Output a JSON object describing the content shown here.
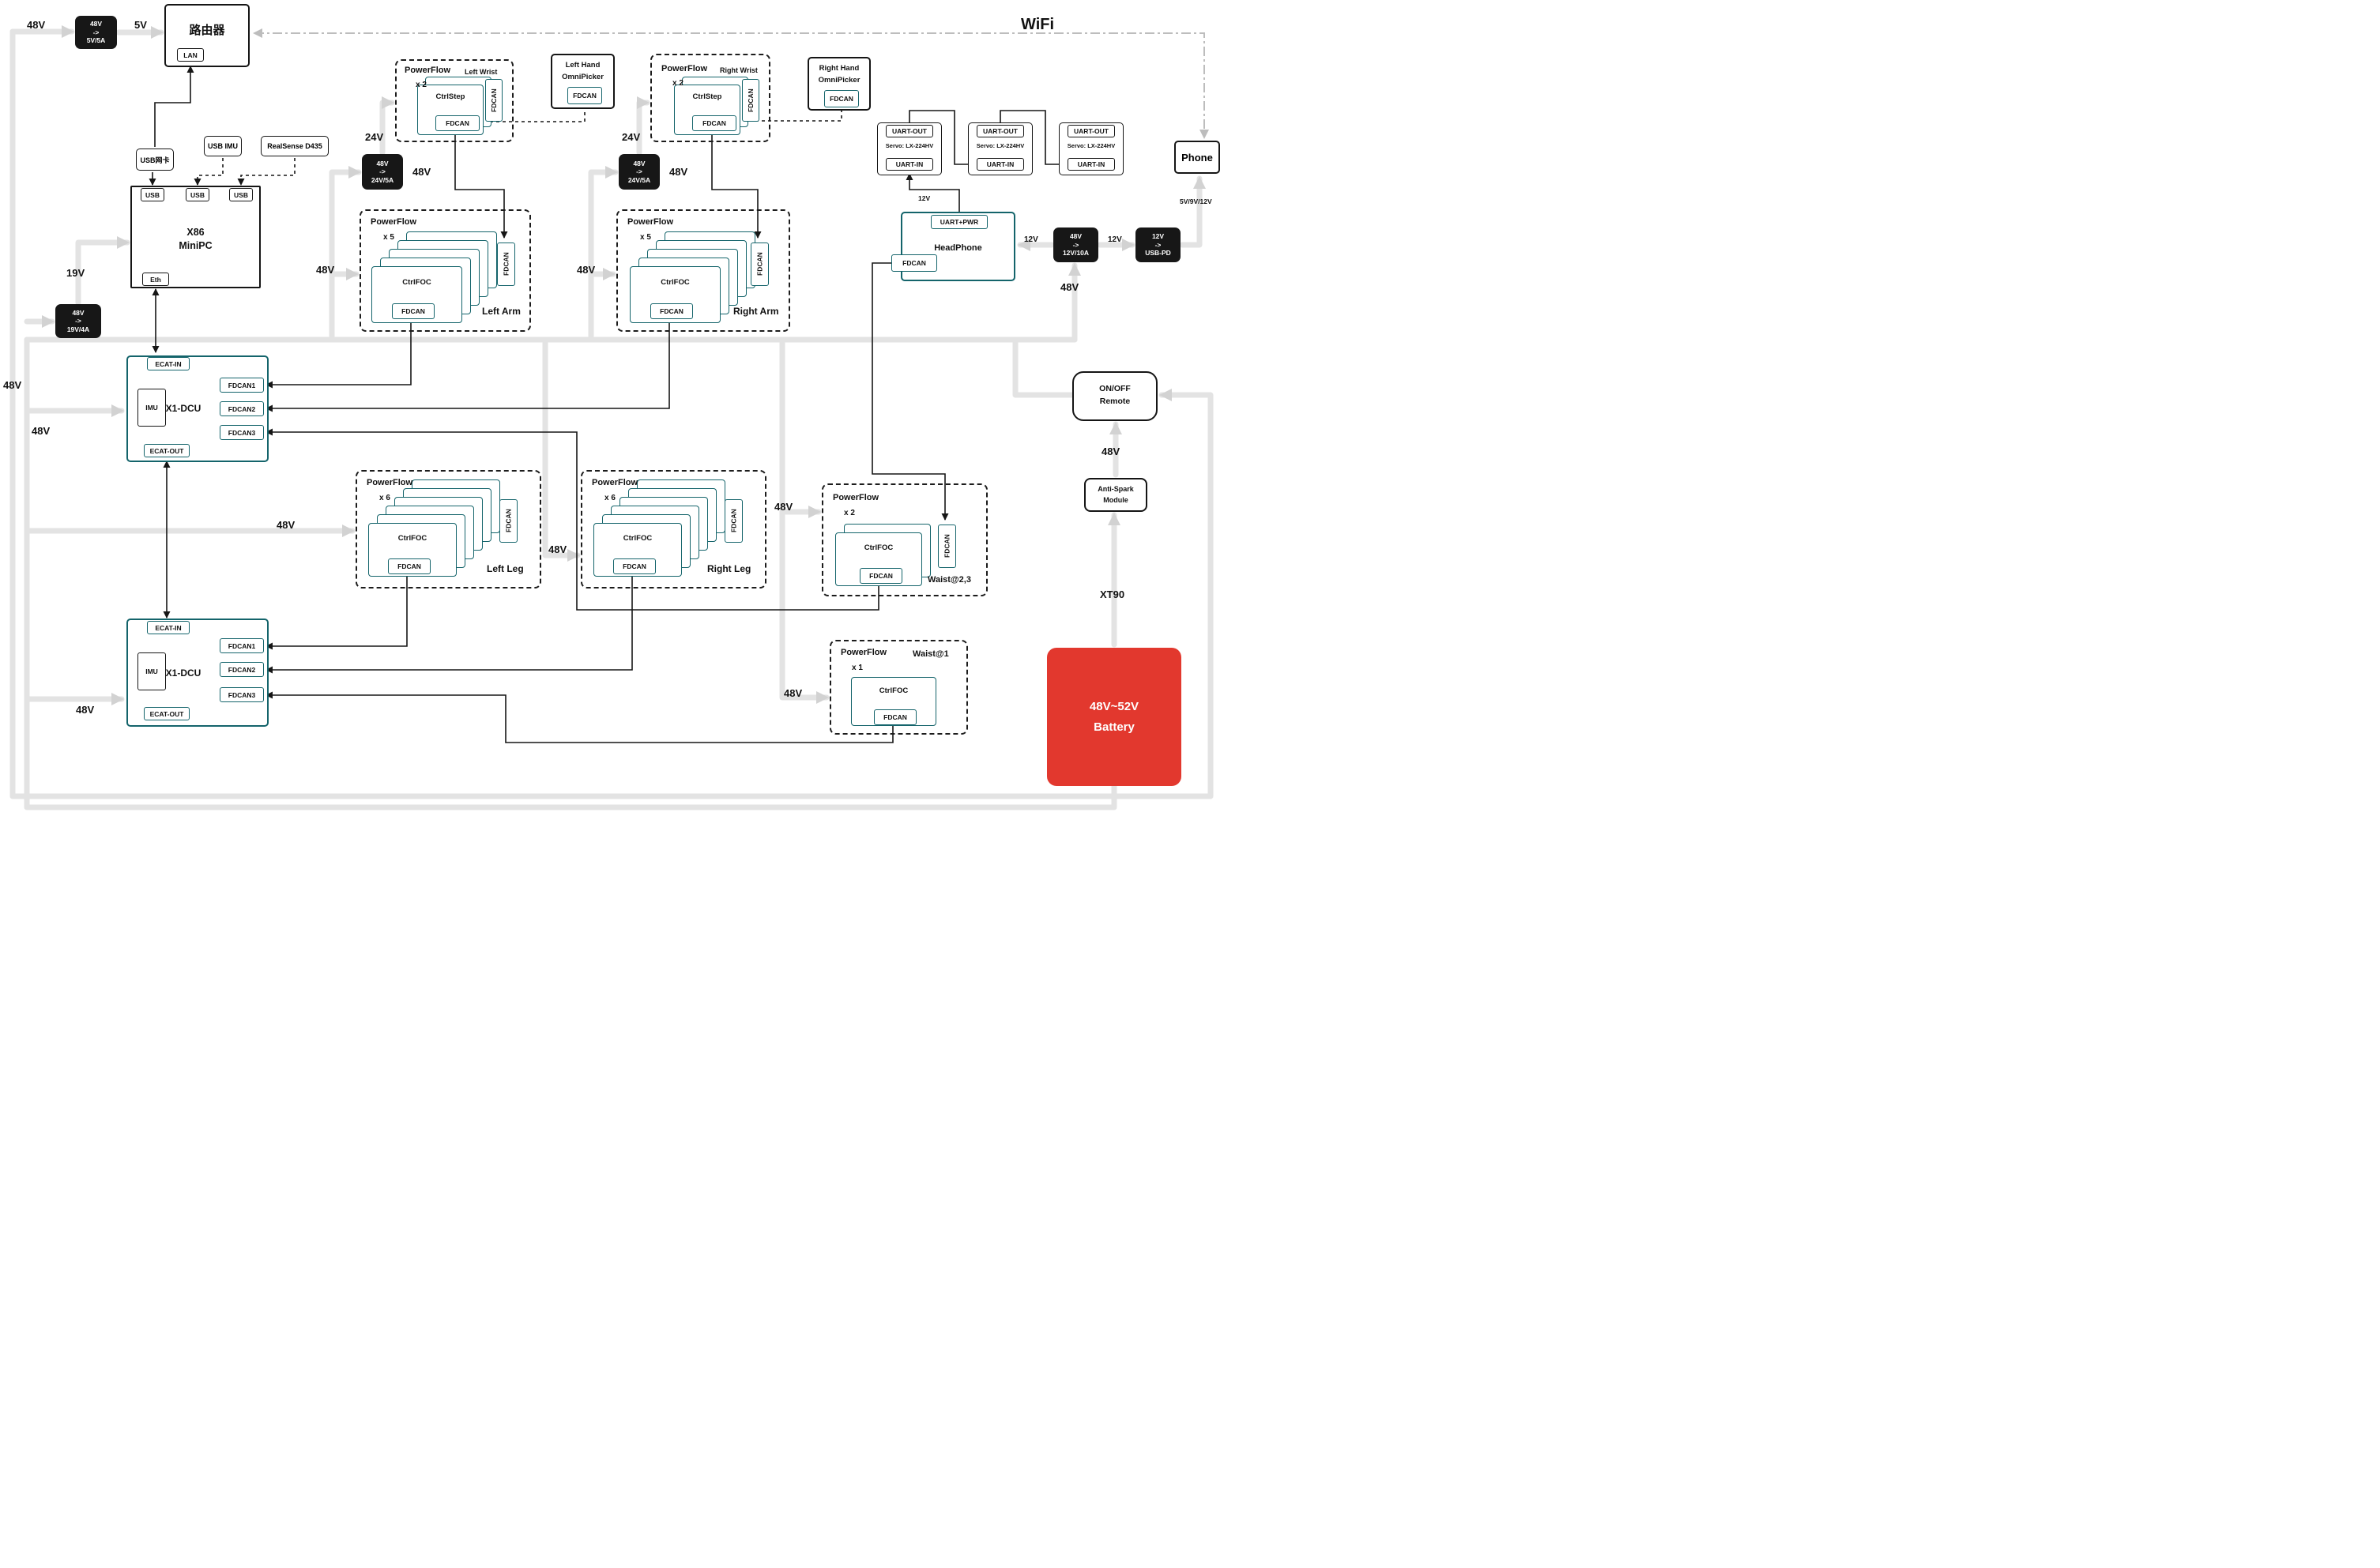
{
  "wifi_label": "WiFi",
  "router": {
    "title": "路由器",
    "lan": "LAN"
  },
  "peripherals": {
    "usb_nic": "USB网卡",
    "usb_imu": "USB IMU",
    "realsense": "RealSense D435"
  },
  "pc": {
    "line1": "X86",
    "line2": "MiniPC",
    "usb1": "USB",
    "usb2": "USB",
    "usb3": "USB",
    "eth": "Eth"
  },
  "dcu1": {
    "title": "X1-DCU",
    "imu": "IMU",
    "ecat_in": "ECAT-IN",
    "ecat_out": "ECAT-OUT",
    "fdcan1": "FDCAN1",
    "fdcan2": "FDCAN2",
    "fdcan3": "FDCAN3"
  },
  "dcu2": {
    "title": "X1-DCU",
    "imu": "IMU",
    "ecat_in": "ECAT-IN",
    "ecat_out": "ECAT-OUT",
    "fdcan1": "FDCAN1",
    "fdcan2": "FDCAN2",
    "fdcan3": "FDCAN3"
  },
  "converters": {
    "v5": {
      "in": "48V",
      "arrow": "->",
      "out": "5V/5A"
    },
    "v19": {
      "in": "48V",
      "arrow": "->",
      "out": "19V/4A"
    },
    "v24l": {
      "in": "48V",
      "arrow": "->",
      "out": "24V/5A"
    },
    "v24r": {
      "in": "48V",
      "arrow": "->",
      "out": "24V/5A"
    },
    "v12": {
      "in": "48V",
      "arrow": "->",
      "out": "12V/10A"
    },
    "usbpd": {
      "in": "12V",
      "arrow": "->",
      "out": "USB-PD"
    }
  },
  "powerflow": {
    "left_wrist": {
      "title": "PowerFlow",
      "count": "x 2",
      "name": "Left Wrist",
      "ctrl": "CtrlStep",
      "fdcan": "FDCAN",
      "tab": "FDCAN"
    },
    "right_wrist": {
      "title": "PowerFlow",
      "count": "x 2",
      "name": "Right Wrist",
      "ctrl": "CtrlStep",
      "fdcan": "FDCAN",
      "tab": "FDCAN"
    },
    "left_arm": {
      "title": "PowerFlow",
      "count": "x 5",
      "name": "Left Arm",
      "ctrl": "CtrlFOC",
      "fdcan": "FDCAN",
      "tab": "FDCAN"
    },
    "right_arm": {
      "title": "PowerFlow",
      "count": "x 5",
      "name": "Right Arm",
      "ctrl": "CtrlFOC",
      "fdcan": "FDCAN",
      "tab": "FDCAN"
    },
    "left_leg": {
      "title": "PowerFlow",
      "count": "x 6",
      "name": "Left Leg",
      "ctrl": "CtrlFOC",
      "fdcan": "FDCAN",
      "tab": "FDCAN"
    },
    "right_leg": {
      "title": "PowerFlow",
      "count": "x 6",
      "name": "Right Leg",
      "ctrl": "CtrlFOC",
      "fdcan": "FDCAN",
      "tab": "FDCAN"
    },
    "waist23": {
      "title": "PowerFlow",
      "count": "x 2",
      "name": "Waist@2,3",
      "ctrl": "CtrlFOC",
      "fdcan": "FDCAN",
      "tab": "FDCAN"
    },
    "waist1": {
      "title": "PowerFlow",
      "count": "x 1",
      "name": "Waist@1",
      "ctrl": "CtrlFOC",
      "fdcan": "FDCAN"
    }
  },
  "hands": {
    "left": {
      "line1": "Left Hand",
      "line2": "OmniPicker",
      "fdcan": "FDCAN"
    },
    "right": {
      "line1": "Right Hand",
      "line2": "OmniPicker",
      "fdcan": "FDCAN"
    }
  },
  "servos": [
    {
      "uart_out": "UART-OUT",
      "name": "Servo: LX-224HV",
      "uart_in": "UART-IN"
    },
    {
      "uart_out": "UART-OUT",
      "name": "Servo: LX-224HV",
      "uart_in": "UART-IN"
    },
    {
      "uart_out": "UART-OUT",
      "name": "Servo: LX-224HV",
      "uart_in": "UART-IN"
    }
  ],
  "headphone": {
    "uart_pwr": "UART+PWR",
    "title": "HeadPhone",
    "fdcan": "FDCAN"
  },
  "phone": {
    "title": "Phone"
  },
  "remote": {
    "line1": "ON/OFF",
    "line2": "Remote"
  },
  "antispark": {
    "line1": "Anti-Spark",
    "line2": "Module"
  },
  "battery": {
    "line1": "48V~52V",
    "line2": "Battery"
  },
  "wire_labels": {
    "v48_topleft": "48V",
    "v5": "5V",
    "v19": "19V",
    "v48_left_edge": "48V",
    "v48_dcu1": "48V",
    "v48_dcu2": "48V",
    "v24_left": "24V",
    "v48_wrist_left": "48V",
    "v24_right": "24V",
    "v48_wrist_right": "48V",
    "v48_arm_left": "48V",
    "v48_arm_right": "48V",
    "v48_leg_left": "48V",
    "v48_leg_right": "48V",
    "v48_waist23": "48V",
    "v48_waist1": "48V",
    "v12_servo": "12V",
    "v12_headphone": "12V",
    "v12_mid": "12V",
    "phone_power": "5V/9V/12V",
    "v48_converter12": "48V",
    "v48_remote": "48V",
    "xt90": "XT90"
  },
  "colors": {
    "teal": "#14646b",
    "power_gray": "#e3e3e3",
    "battery_red": "#e2382e",
    "ink": "#161616"
  }
}
